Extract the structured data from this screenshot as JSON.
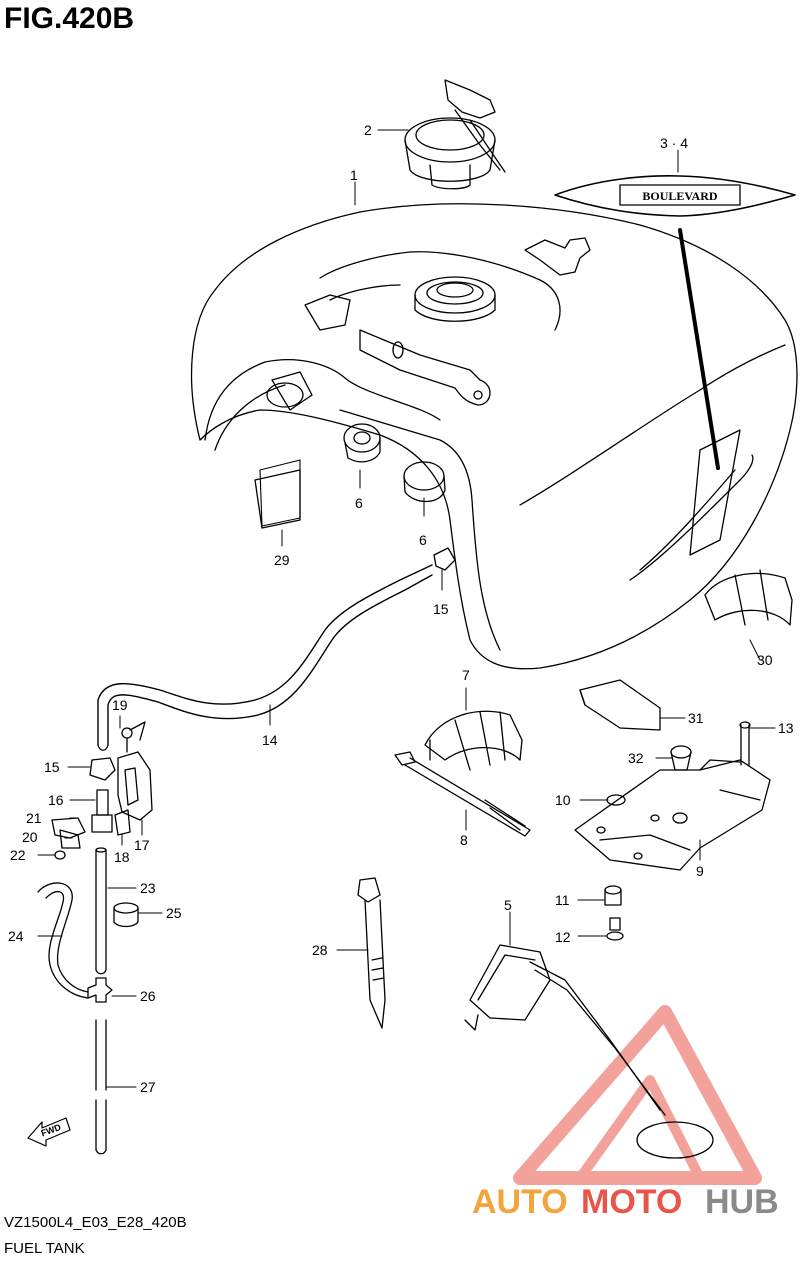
{
  "figure": {
    "title": "FIG.420B",
    "model_code": "VZ1500L4_E03_E28_420B",
    "section_name": "FUEL TANK"
  },
  "badge_text": "BOULEVARD",
  "fwd_arrow_text": "FWD",
  "watermark": {
    "part1": "AUTO",
    "part2": "MOTO",
    "part3": "HUB",
    "color_accent": "#f4a43a",
    "color_mid": "#e8564a",
    "color_dark": "#8a8a8a"
  },
  "callouts": {
    "c1": "1",
    "c2": "2",
    "c34": "3 · 4",
    "c5": "5",
    "c6a": "6",
    "c6b": "6",
    "c7": "7",
    "c8": "8",
    "c9": "9",
    "c10": "10",
    "c11": "11",
    "c12": "12",
    "c13": "13",
    "c14": "14",
    "c15a": "15",
    "c15b": "15",
    "c16": "16",
    "c17": "17",
    "c18": "18",
    "c19": "19",
    "c20": "20",
    "c21": "21",
    "c22": "22",
    "c23": "23",
    "c24": "24",
    "c25": "25",
    "c26": "26",
    "c27": "27",
    "c28": "28",
    "c29": "29",
    "c30": "30",
    "c31": "31",
    "c32": "32"
  }
}
